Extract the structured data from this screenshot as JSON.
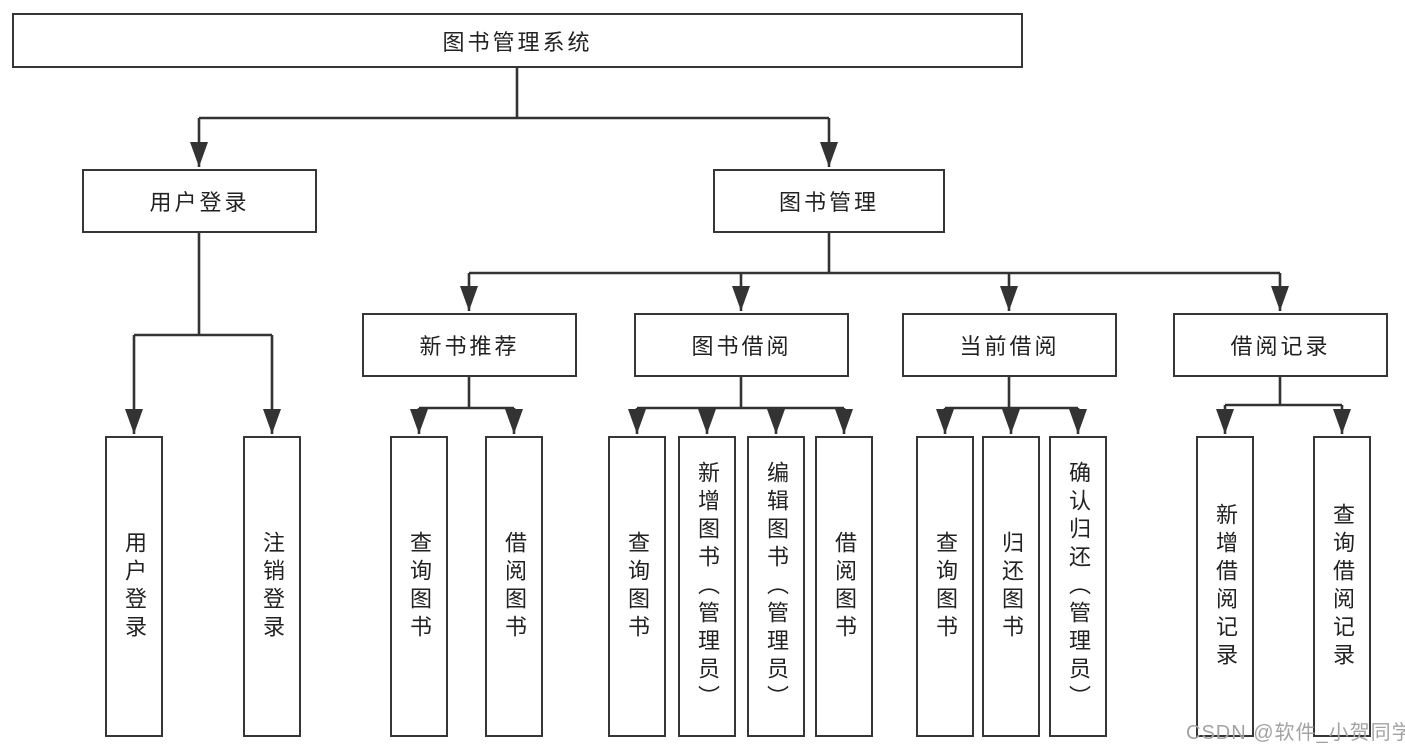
{
  "diagram": {
    "type": "hierarchy-tree",
    "title": "图书管理系统",
    "hierarchy": [
      {
        "parent": "图书管理系统",
        "children": [
          "用户登录",
          "图书管理"
        ]
      },
      {
        "parent": "用户登录",
        "children": [
          "用户登录",
          "注销登录"
        ]
      },
      {
        "parent": "图书管理",
        "children": [
          "新书推荐",
          "图书借阅",
          "当前借阅",
          "借阅记录"
        ]
      },
      {
        "parent": "新书推荐",
        "children": [
          "查询图书",
          "借阅图书"
        ]
      },
      {
        "parent": "图书借阅",
        "children": [
          "查询图书",
          "新增图书（管理员）",
          "编辑图书（管理员）",
          "借阅图书"
        ]
      },
      {
        "parent": "当前借阅",
        "children": [
          "查询图书",
          "归还图书",
          "确认归还（管理员）"
        ]
      },
      {
        "parent": "借阅记录",
        "children": [
          "新增借阅记录",
          "查询借阅记录"
        ]
      }
    ]
  },
  "nodes": {
    "root": {
      "label": "图书管理系统"
    },
    "user_login": {
      "label": "用户登录"
    },
    "book_mgmt": {
      "label": "图书管理"
    },
    "new_book_rec": {
      "label": "新书推荐"
    },
    "book_borrow": {
      "label": "图书借阅"
    },
    "current_borrow": {
      "label": "当前借阅"
    },
    "borrow_record": {
      "label": "借阅记录"
    },
    "leaf_user_login": {
      "label": "用户登录"
    },
    "leaf_logout": {
      "label": "注销登录"
    },
    "leaf_query_book_1": {
      "label": "查询图书"
    },
    "leaf_borrow_book_1": {
      "label": "借阅图书"
    },
    "leaf_query_book_2": {
      "label": "查询图书"
    },
    "leaf_add_book_admin": {
      "label": "新增图书（管理员）"
    },
    "leaf_edit_book_admin": {
      "label": "编辑图书（管理员）"
    },
    "leaf_borrow_book_2": {
      "label": "借阅图书"
    },
    "leaf_query_book_3": {
      "label": "查询图书"
    },
    "leaf_return_book": {
      "label": "归还图书"
    },
    "leaf_confirm_return_admin": {
      "label": "确认归还（管理员）"
    },
    "leaf_add_record": {
      "label": "新增借阅记录"
    },
    "leaf_query_record": {
      "label": "查询借阅记录"
    }
  },
  "watermark": {
    "text": "CSDN @软件_小贺同学",
    "color": "#a3a3a3"
  },
  "colors": {
    "background": "#ffffff",
    "box_border": "#363636",
    "connector": "#333333",
    "text": "#222222"
  }
}
